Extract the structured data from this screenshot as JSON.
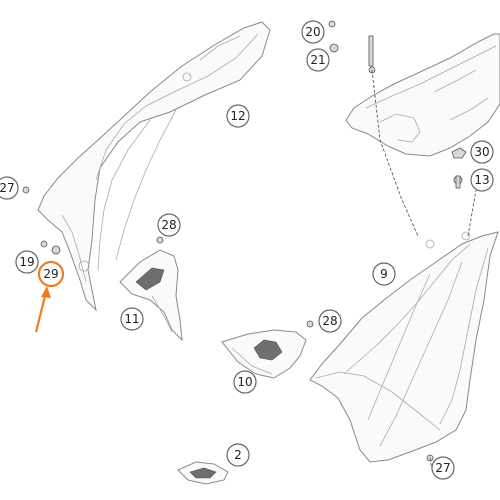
{
  "callouts": [
    {
      "id": "c20",
      "label": "20"
    },
    {
      "id": "c21",
      "label": "21"
    },
    {
      "id": "c12",
      "label": "12"
    },
    {
      "id": "c30",
      "label": "30"
    },
    {
      "id": "c13",
      "label": "13"
    },
    {
      "id": "c27a",
      "label": "27"
    },
    {
      "id": "c28a",
      "label": "28"
    },
    {
      "id": "c19",
      "label": "19"
    },
    {
      "id": "c29",
      "label": "29",
      "highlight": true
    },
    {
      "id": "c9",
      "label": "9"
    },
    {
      "id": "c11",
      "label": "11"
    },
    {
      "id": "c28b",
      "label": "28"
    },
    {
      "id": "c10",
      "label": "10"
    },
    {
      "id": "c2",
      "label": "2"
    },
    {
      "id": "c27b",
      "label": "27"
    }
  ],
  "colors": {
    "highlight": "#f07a1e",
    "outline": "#8a8a8a",
    "callout_border": "#666666"
  }
}
